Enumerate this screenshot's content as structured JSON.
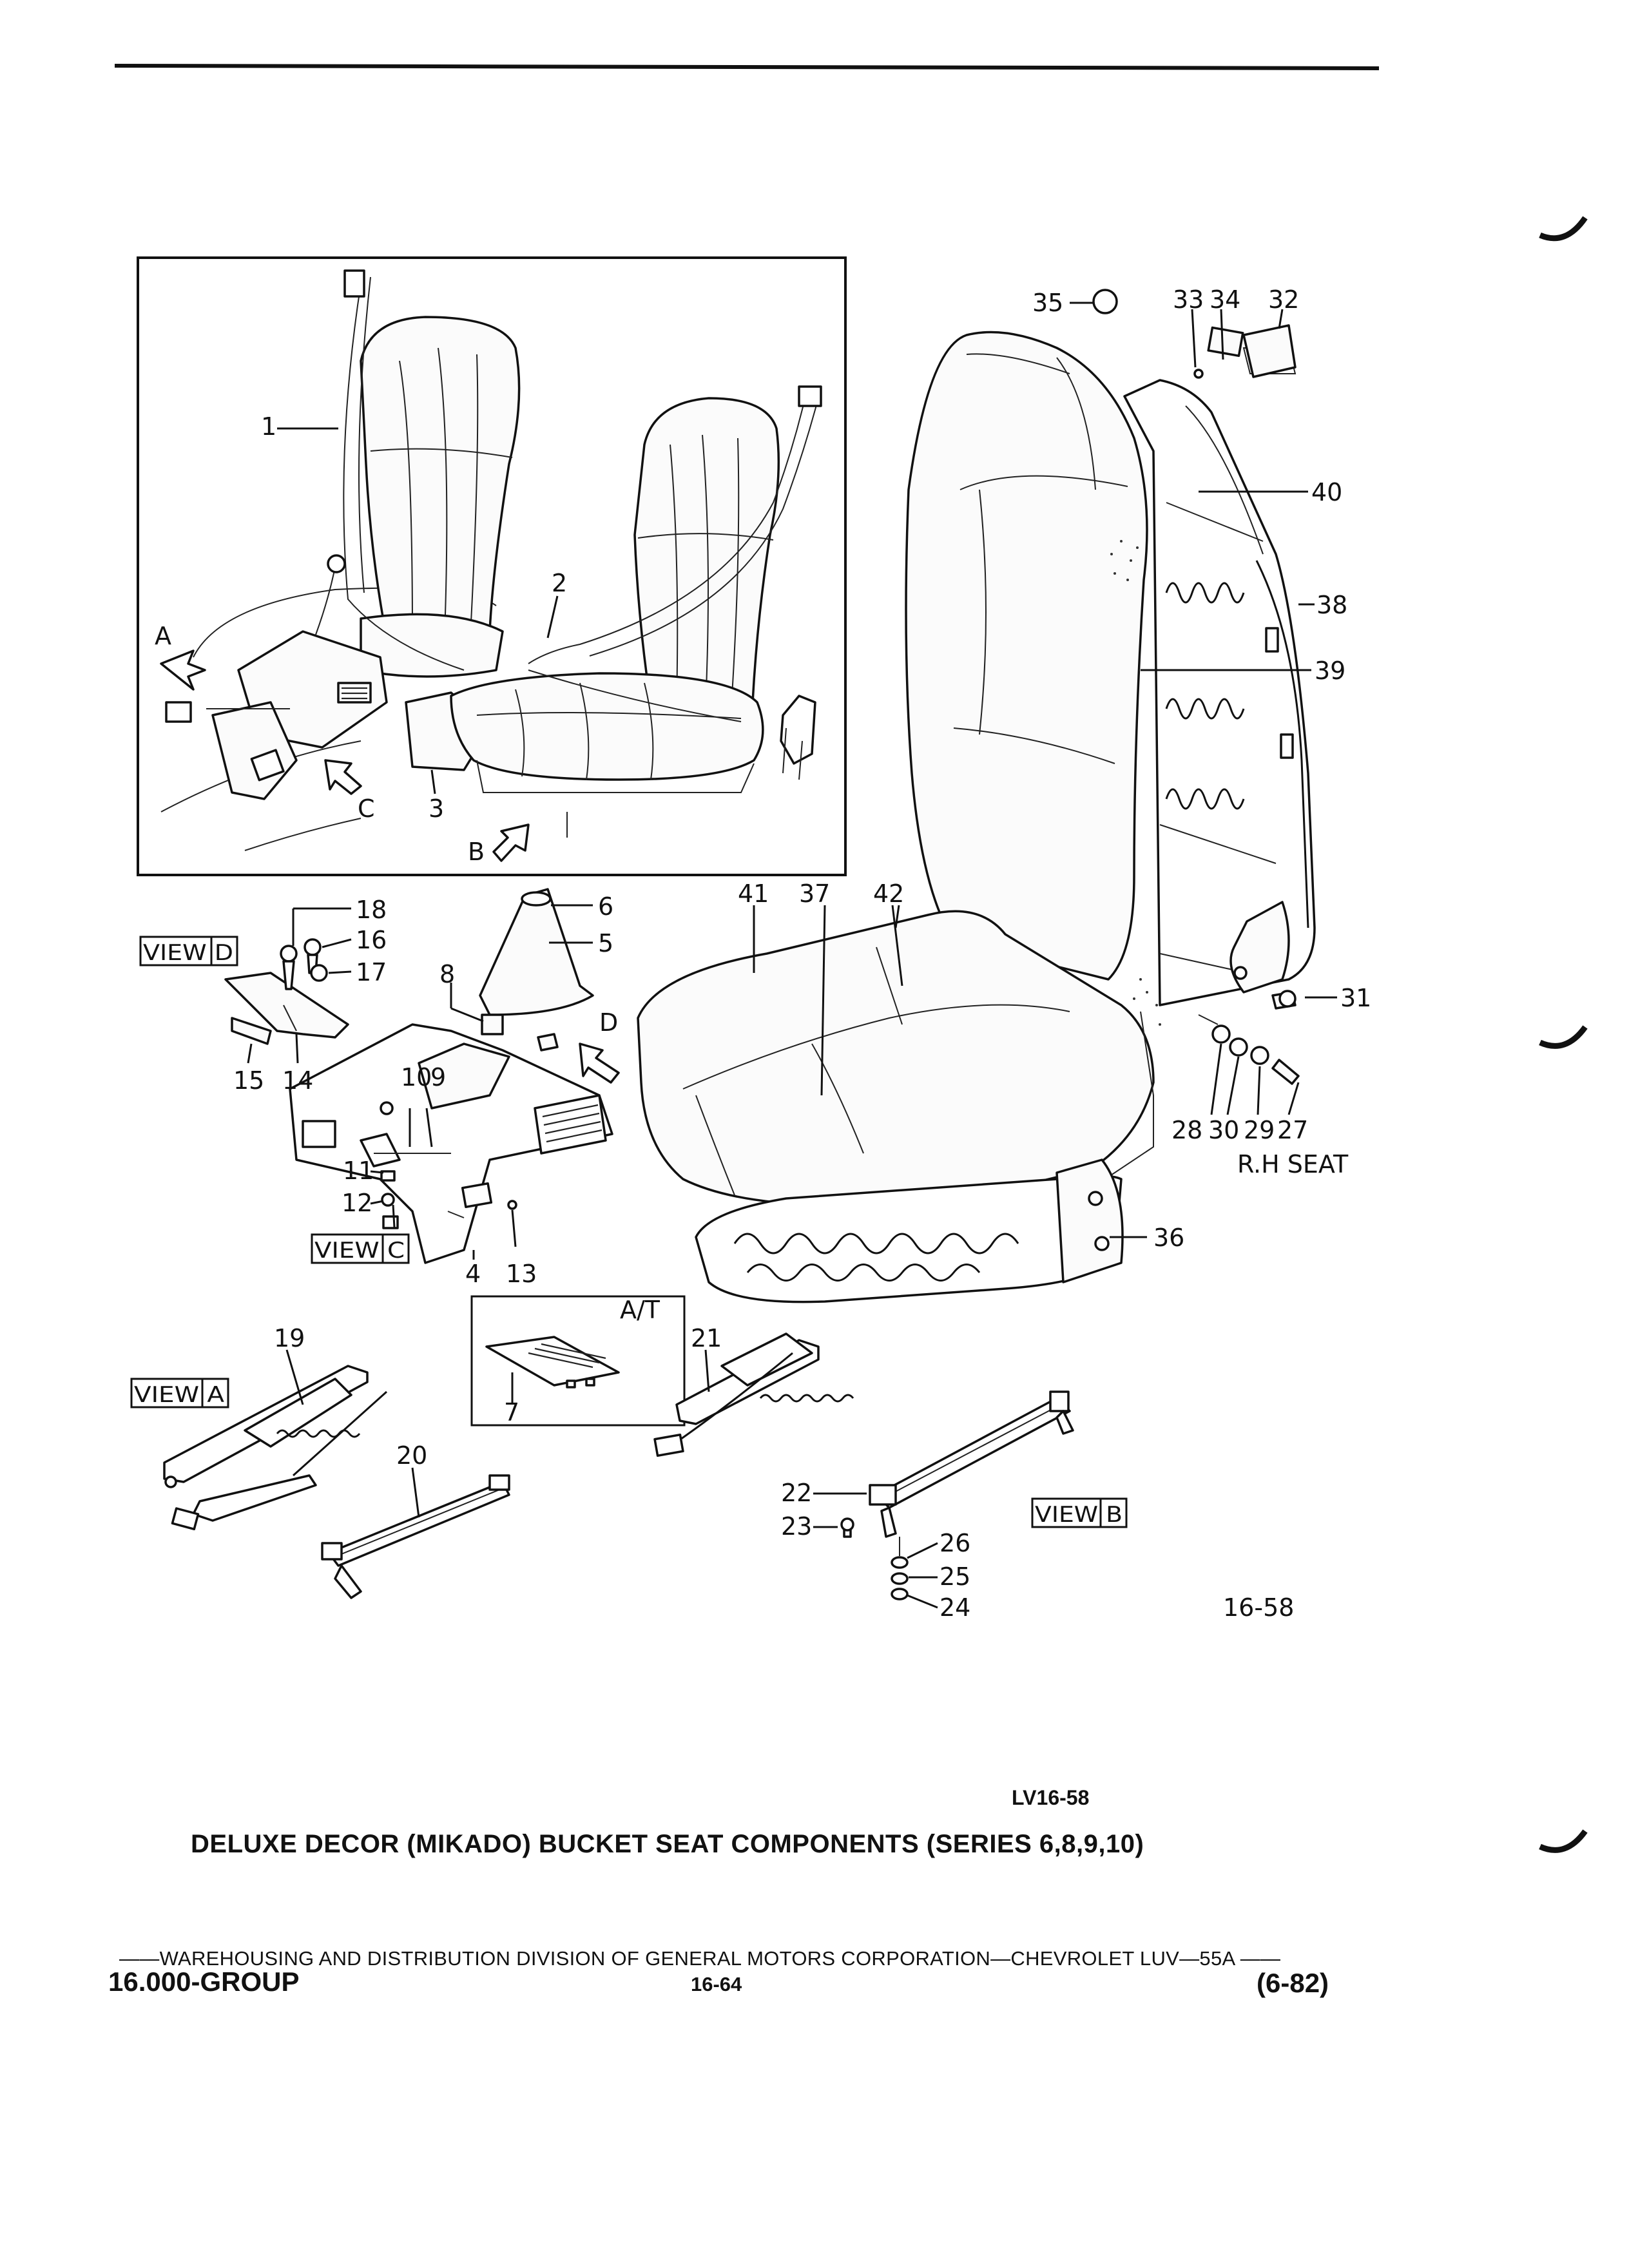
{
  "figure": {
    "figure_id": "LV16-58",
    "ref_number": "16-58",
    "caption": "DELUXE DECOR (MIKADO) BUCKET SEAT COMPONENTS (SERIES 6,8,9,10)",
    "seat_side": "R.H SEAT",
    "option_box": "A/T",
    "inset_view_letters": [
      "A",
      "B",
      "C"
    ],
    "view_letter_d": "D",
    "views": [
      "VIEW D",
      "VIEW C",
      "VIEW A",
      "VIEW B"
    ]
  },
  "callouts": {
    "c1": "1",
    "c2": "2",
    "c3": "3",
    "c4": "4",
    "c5": "5",
    "c6": "6",
    "c7": "7",
    "c8": "8",
    "c9": "9",
    "c10": "10",
    "c11": "11",
    "c12": "12",
    "c13": "13",
    "c14": "14",
    "c15": "15",
    "c16": "16",
    "c17": "17",
    "c18": "18",
    "c19": "19",
    "c20": "20",
    "c21": "21",
    "c22": "22",
    "c23": "23",
    "c24": "24",
    "c25": "25",
    "c26": "26",
    "c27": "27",
    "c28": "28",
    "c29": "29",
    "c30": "30",
    "c31": "31",
    "c32": "32",
    "c33": "33",
    "c34": "34",
    "c35": "35",
    "c36": "36",
    "c37": "37",
    "c38": "38",
    "c39": "39",
    "c40": "40",
    "c41": "41",
    "c42": "42"
  },
  "footer": {
    "line": "——WAREHOUSING AND DISTRIBUTION  DIVISION OF GENERAL MOTORS CORPORATION—CHEVROLET LUV—55A   ——",
    "group": "16.000-GROUP",
    "page": "16-64",
    "date_code": "(6-82)"
  },
  "colors": {
    "ink": "#111111",
    "paper": "#ffffff"
  }
}
